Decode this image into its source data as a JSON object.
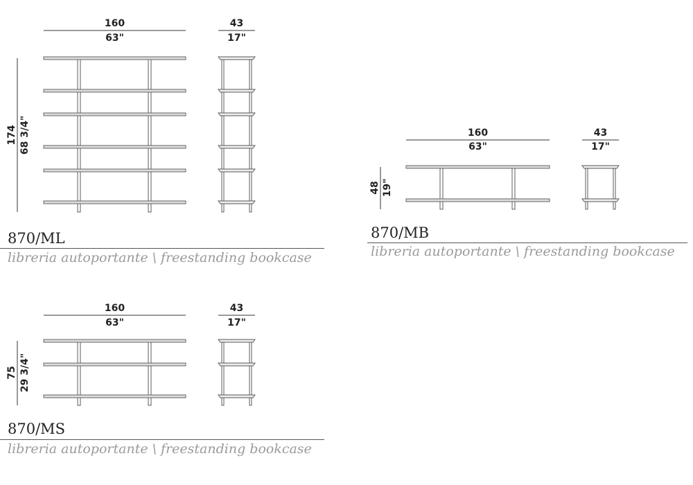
{
  "products": [
    {
      "code": "870/ML",
      "description": "libreria autoportante \\ freestanding bookcase",
      "width_cm": "160",
      "width_in": "63\"",
      "depth_cm": "43",
      "depth_in": "17\"",
      "height_cm": "174",
      "height_in": "68 3/4\"",
      "shelves": 6
    },
    {
      "code": "870/MB",
      "description": "libreria autoportante \\ freestanding bookcase",
      "width_cm": "160",
      "width_in": "63\"",
      "depth_cm": "43",
      "depth_in": "17\"",
      "height_cm": "48",
      "height_in": "19\"",
      "shelves": 2
    },
    {
      "code": "870/MS",
      "description": "libreria autoportante \\ freestanding bookcase",
      "width_cm": "160",
      "width_in": "63\"",
      "depth_cm": "43",
      "depth_in": "17\"",
      "height_cm": "75",
      "height_in": "29 3/4\"",
      "shelves": 3
    }
  ],
  "colors": {
    "line": "#333333",
    "shelf": "#555555",
    "caption": "#9a9a9a"
  }
}
